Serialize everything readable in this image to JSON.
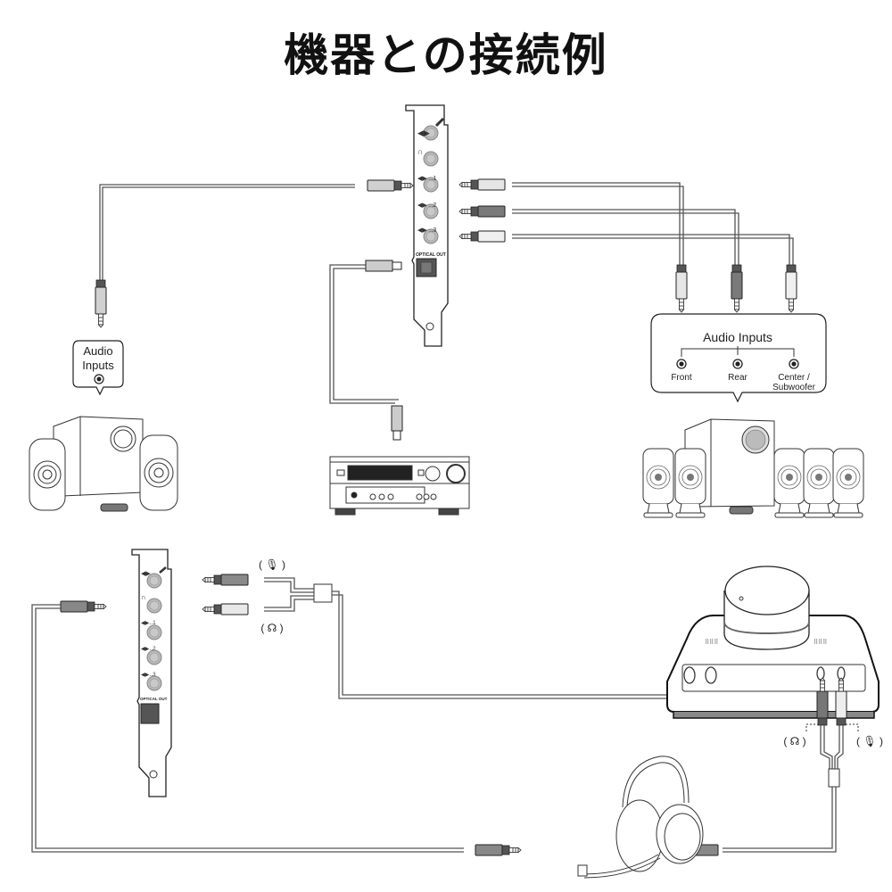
{
  "title": "機器との接続例",
  "top_card": {
    "jack_symbols": [
      "mic-jack",
      "headphone-jack",
      "speaker-out-1",
      "speaker-out-2",
      "speaker-out-3"
    ],
    "jack_labels": [
      "",
      "",
      "1",
      "2",
      "3"
    ],
    "optical_label": "OPTICAL OUT"
  },
  "bottom_card": {
    "jack_labels": [
      "",
      "",
      "1",
      "2",
      "3"
    ],
    "optical_label": "OPTICAL OUT"
  },
  "stereo_speakers": {
    "bubble_line1": "Audio",
    "bubble_line2": "Inputs"
  },
  "surround_speakers": {
    "bubble_title": "Audio Inputs",
    "inputs": [
      "Front",
      "Rear",
      "Center /",
      "Subwoofer"
    ]
  },
  "splitter": {
    "mic_label": "( 🎙 )",
    "headphone_label": "( ☊ )"
  },
  "control_pod": {
    "headphone_label": "( ☊ )",
    "mic_label": "( 🎙 )"
  },
  "colors": {
    "plug_light": "#e8e8e8",
    "plug_mid": "#bdbdbd",
    "plug_dark": "#7a7a7a",
    "jack_gray": "#b5b5b5",
    "line": "#333333"
  }
}
